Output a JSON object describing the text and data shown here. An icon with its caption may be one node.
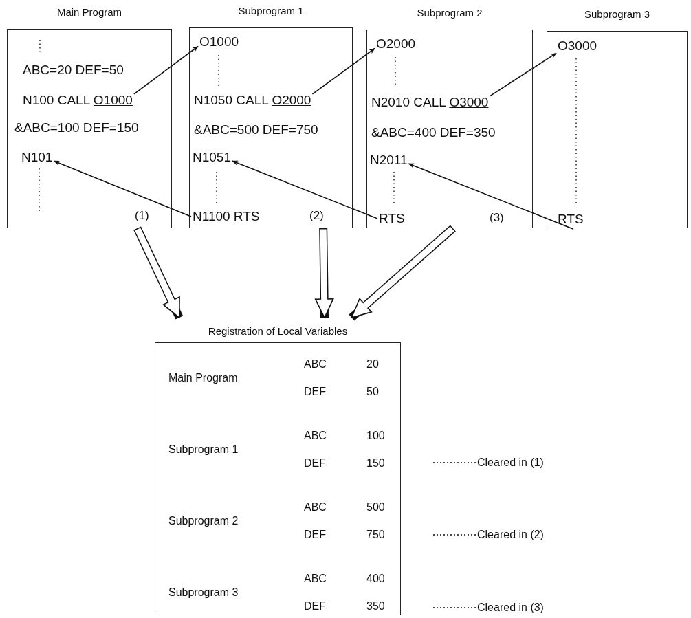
{
  "diagram": {
    "nodes": [
      {
        "text": [
          "Main Program"
        ]
      },
      {
        "text": [
          "ABC=20 DEF=50"
        ],
        "in": 0
      },
      {
        "text": [
          "N100 CALL O1000"
        ],
        "in": 0
      },
      {
        "text": [
          "&ABC=100 DEF=150"
        ],
        "in": 0
      },
      {
        "text": [
          "N101"
        ],
        "in": 0
      },
      {
        "text": [
          "Subprogram 1"
        ]
      },
      {
        "text": [
          "O1000"
        ],
        "in": 5
      },
      {
        "text": [
          "N1050 CALL O2000"
        ],
        "in": 5
      },
      {
        "text": [
          "&ABC=500 DEF=750"
        ],
        "in": 5
      },
      {
        "text": [
          "N1051"
        ],
        "in": 5
      },
      {
        "text": [
          "N1100 RTS"
        ],
        "in": 5
      },
      {
        "text": [
          "Subprogram 2"
        ]
      },
      {
        "text": [
          "O2000"
        ],
        "in": 11
      },
      {
        "text": [
          "N2010 CALL O3000"
        ],
        "in": 11
      },
      {
        "text": [
          "&ABC=400 DEF=350"
        ],
        "in": 11
      },
      {
        "text": [
          "N2011"
        ],
        "in": 11
      },
      {
        "text": [
          "RTS"
        ],
        "in": 11
      },
      {
        "text": [
          "Subprogram 3"
        ]
      },
      {
        "text": [
          "O3000"
        ],
        "in": 17
      },
      {
        "text": [
          "RTS"
        ],
        "in": 17
      },
      {
        "text": [
          "Registration of Local Variables",
          "Main Program",
          "ABC",
          "20",
          "DEF",
          "50",
          "Subprogram 1",
          "ABC",
          "100",
          "DEF",
          "150",
          "Subprogram 2",
          "ABC",
          "500",
          "DEF",
          "750",
          "Subprogram 3",
          "ABC",
          "400",
          "DEF",
          "350"
        ]
      },
      {
        "text": [
          "Cleared in (1)"
        ]
      },
      {
        "text": [
          "Cleared in (2)"
        ]
      },
      {
        "text": [
          "Cleared in (3)"
        ]
      }
    ],
    "edges": [
      {
        "from": 2,
        "to": 6,
        "arrow": "to"
      },
      {
        "from": 7,
        "to": 12,
        "arrow": "to"
      },
      {
        "from": 13,
        "to": 18,
        "arrow": "to"
      },
      {
        "from": 10,
        "to": 4,
        "arrow": "to"
      },
      {
        "from": 16,
        "to": 9,
        "arrow": "to"
      },
      {
        "from": 19,
        "to": 15,
        "arrow": "to"
      },
      {
        "from": 0,
        "to": 20,
        "arrow": "to",
        "style": "thick"
      },
      {
        "from": 5,
        "to": 20,
        "arrow": "to",
        "style": "thick"
      },
      {
        "from": 11,
        "to": 20,
        "arrow": "to",
        "style": "thick"
      },
      {
        "from": 21,
        "to": null,
        "arrow": "none",
        "style": "dashed"
      },
      {
        "from": 22,
        "to": null,
        "arrow": "none",
        "style": "dashed"
      },
      {
        "from": 23,
        "to": null,
        "arrow": "none",
        "style": "dashed"
      }
    ],
    "labels": [
      "(1)",
      "(2)",
      "(3)"
    ]
  }
}
